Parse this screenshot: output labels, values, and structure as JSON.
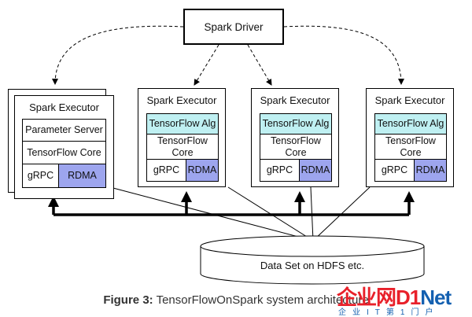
{
  "driver": {
    "label": "Spark Driver"
  },
  "executors": [
    {
      "title": "Spark Executor",
      "top": "Parameter Server",
      "core": "TensorFlow Core",
      "grpc": "gRPC",
      "rdma": "RDMA"
    },
    {
      "title": "Spark Executor",
      "top": "TensorFlow Alg",
      "core": "TensorFlow Core",
      "grpc": "gRPC",
      "rdma": "RDMA"
    },
    {
      "title": "Spark Executor",
      "top": "TensorFlow Alg",
      "core": "TensorFlow Core",
      "grpc": "gRPC",
      "rdma": "RDMA"
    },
    {
      "title": "Spark Executor",
      "top": "TensorFlow Alg",
      "core": "TensorFlow Core",
      "grpc": "gRPC",
      "rdma": "RDMA"
    }
  ],
  "dataset": {
    "label": "Data Set on HDFS etc."
  },
  "caption": {
    "prefix": "Figure 3:",
    "text": "TensorFlowOnSpark system architecture"
  },
  "watermark": {
    "main": "企业网D1Net",
    "sub": "企业IT第1门户"
  },
  "colors": {
    "tf_alg": "#bff0f2",
    "rdma": "#9da5ee",
    "border": "#000000"
  }
}
